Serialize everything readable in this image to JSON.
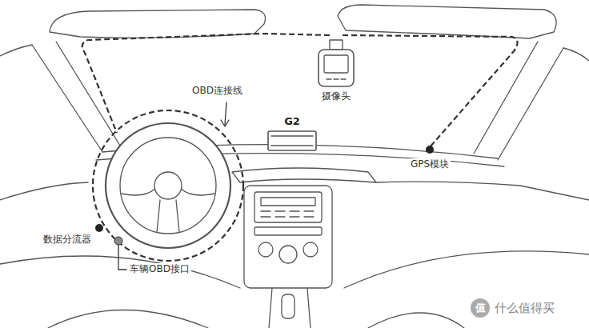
{
  "diagram": {
    "labels": [
      "OBD连接线",
      "G2",
      "摄像头",
      "GPS模块",
      "数据分流器",
      "车辆OBD接口",
      "值",
      "什么值得买"
    ]
  }
}
